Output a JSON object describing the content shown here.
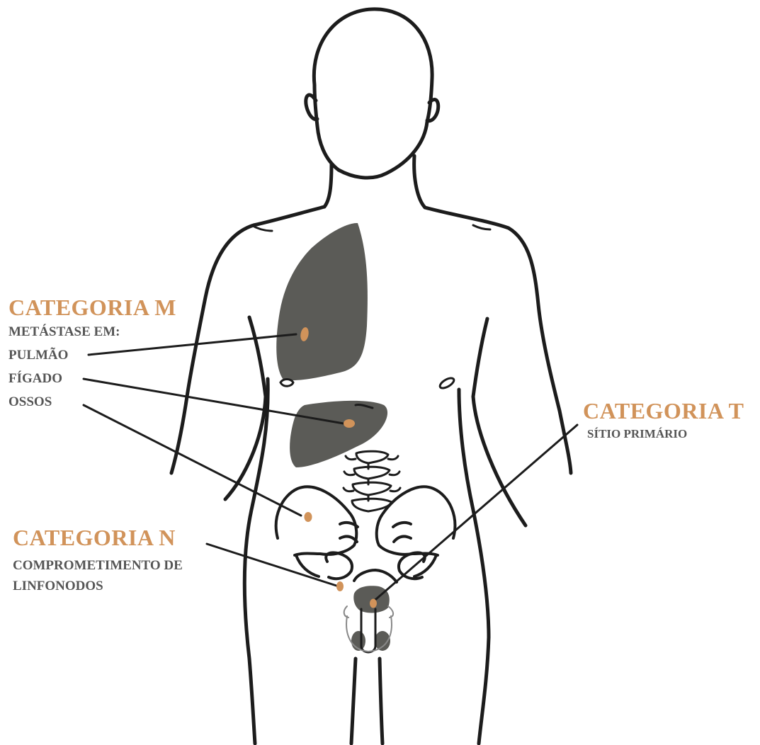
{
  "colors": {
    "accent": "#d1935a",
    "organ": "#5b5b57",
    "outline": "#1c1c1c",
    "text": "#555555"
  },
  "category_m": {
    "title": "CATEGORIA  M",
    "subtitle": "METÁSTASE EM:",
    "items": [
      "PULMÃO",
      "FÍGADO",
      "OSSOS"
    ]
  },
  "category_n": {
    "title": "CATEGORIA N",
    "line1": "COMPROMETIMENTO DE",
    "line2": "LINFONODOS"
  },
  "category_t": {
    "title": "CATEGORIA T",
    "subtitle": "SÍTIO PRIMÁRIO"
  }
}
